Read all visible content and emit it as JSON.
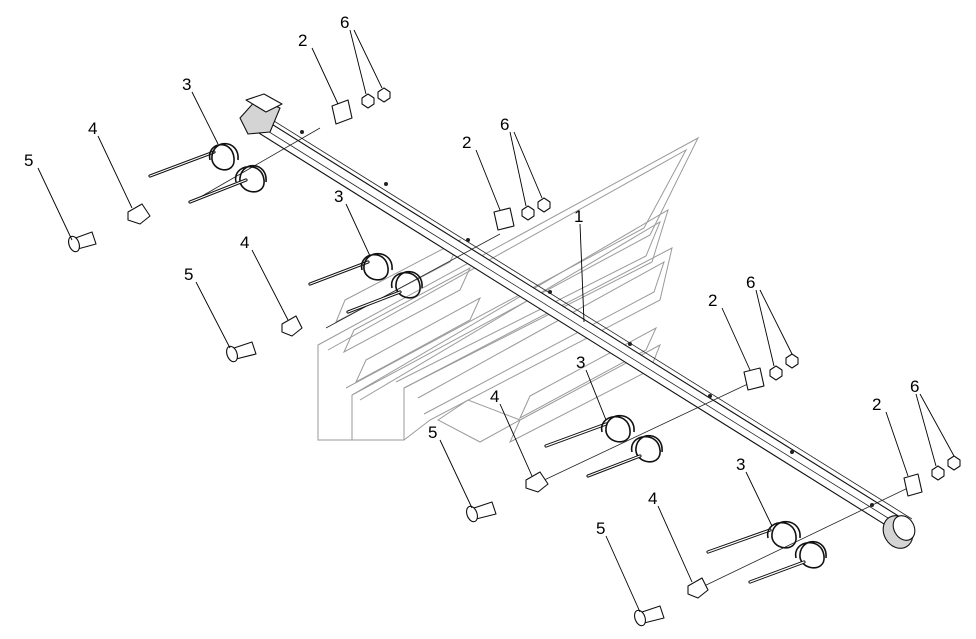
{
  "figure": {
    "type": "exploded-parts-diagram",
    "watermark": "stylized-emblem-outline",
    "callouts": [
      {
        "id": "c1",
        "label": "1"
      },
      {
        "id": "c2a",
        "label": "2"
      },
      {
        "id": "c2b",
        "label": "2"
      },
      {
        "id": "c2c",
        "label": "2"
      },
      {
        "id": "c2d",
        "label": "2"
      },
      {
        "id": "c3a",
        "label": "3"
      },
      {
        "id": "c3b",
        "label": "3"
      },
      {
        "id": "c3c",
        "label": "3"
      },
      {
        "id": "c3d",
        "label": "3"
      },
      {
        "id": "c4a",
        "label": "4"
      },
      {
        "id": "c4b",
        "label": "4"
      },
      {
        "id": "c4c",
        "label": "4"
      },
      {
        "id": "c4d",
        "label": "4"
      },
      {
        "id": "c5a",
        "label": "5"
      },
      {
        "id": "c5b",
        "label": "5"
      },
      {
        "id": "c5c",
        "label": "5"
      },
      {
        "id": "c5d",
        "label": "5"
      },
      {
        "id": "c6a",
        "label": "6"
      },
      {
        "id": "c6b",
        "label": "6"
      },
      {
        "id": "c6c",
        "label": "6"
      },
      {
        "id": "c6d",
        "label": "6"
      }
    ]
  }
}
